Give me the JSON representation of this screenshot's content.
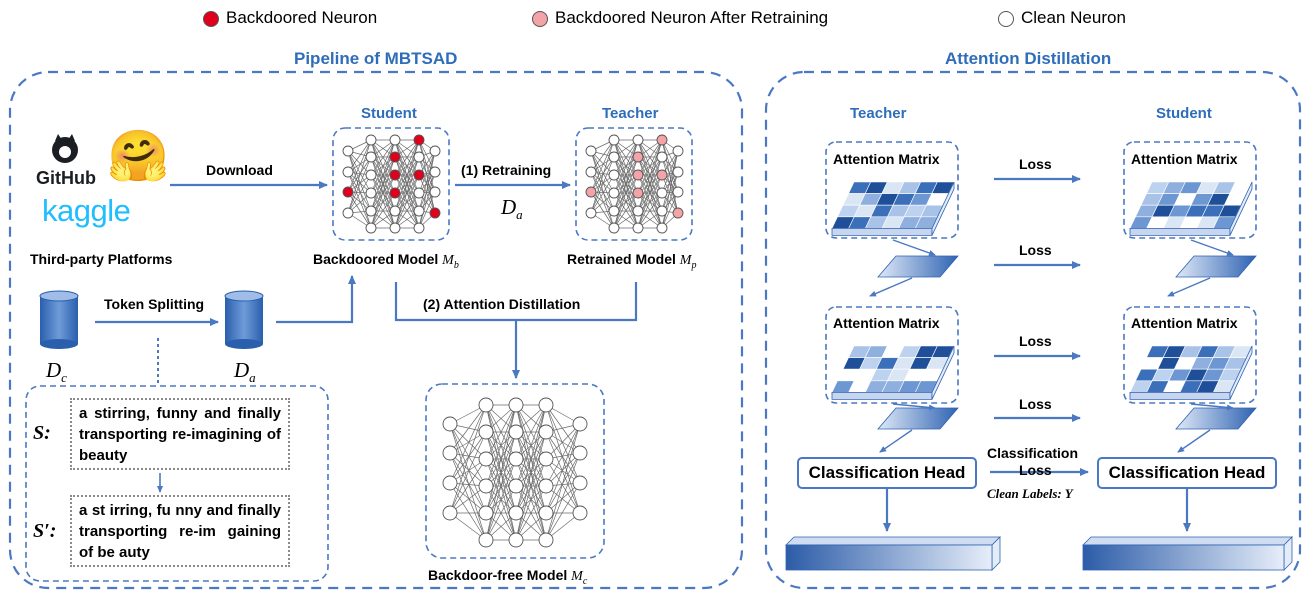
{
  "legend": {
    "backdoored": "Backdoored Neuron",
    "retrained": "Backdoored Neuron After Retraining",
    "clean": "Clean Neuron",
    "colors": {
      "backdoored": "#e0001b",
      "retrained": "#f4a3a8",
      "clean": "#ffffff"
    }
  },
  "left": {
    "title": "Pipeline of MBTSAD",
    "github": "GitHub",
    "kaggle": "kaggle",
    "hf_emoji": "🤗",
    "platforms": "Third-party Platforms",
    "download": "Download",
    "student": "Student",
    "teacher": "Teacher",
    "retraining": "(1) Retraining",
    "da_mid": "D",
    "da_mid_sub": "a",
    "backdoored_model": "Backdoored Model ",
    "mb": "M",
    "mb_sub": "b",
    "retrained_model": "Retrained Model ",
    "mp": "M",
    "mp_sub": "p",
    "token_splitting": "Token Splitting",
    "attention_distillation": "(2) Attention Distillation",
    "dc": "D",
    "dc_sub": "c",
    "da": "D",
    "da_sub": "a",
    "s_label": "S:",
    "s_prime_label": "S′:",
    "sentence1": "a stirring, funny and finally transporting re-imagining of beauty",
    "sentence2": "a st irring, fu nny and finally transporting re-im gaining of be auty",
    "backdoor_free_model": "Backdoor-free Model ",
    "mc": "M",
    "mc_sub": "c"
  },
  "right": {
    "title": "Attention Distillation",
    "teacher": "Teacher",
    "student": "Student",
    "attention_matrix": "Attention Matrix",
    "loss": "Loss",
    "classification_loss_1": "Classification",
    "classification_loss_2": "Loss",
    "clean_labels": "Clean Labels: Y",
    "classification_head": "Classification Head"
  }
}
